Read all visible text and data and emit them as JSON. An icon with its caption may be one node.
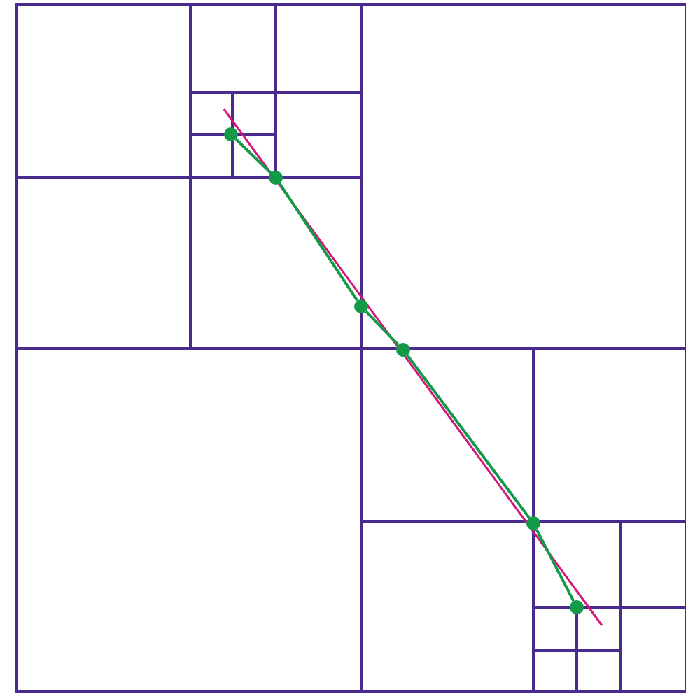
{
  "diagram": {
    "nodes": [
      {
        "text": [],
        "shape": "circle"
      },
      {
        "text": [],
        "shape": "circle"
      },
      {
        "text": [],
        "shape": "circle"
      },
      {
        "text": [],
        "shape": "circle"
      },
      {
        "text": [],
        "shape": "circle"
      },
      {
        "text": [],
        "shape": "circle"
      }
    ],
    "edges": [
      {
        "from": 0,
        "to": 1,
        "arrow": "none"
      },
      {
        "from": 1,
        "to": 2,
        "arrow": "none"
      },
      {
        "from": 2,
        "to": 3,
        "arrow": "none"
      },
      {
        "from": 3,
        "to": 4,
        "arrow": "none"
      },
      {
        "from": 4,
        "to": 5,
        "arrow": "none"
      }
    ]
  }
}
